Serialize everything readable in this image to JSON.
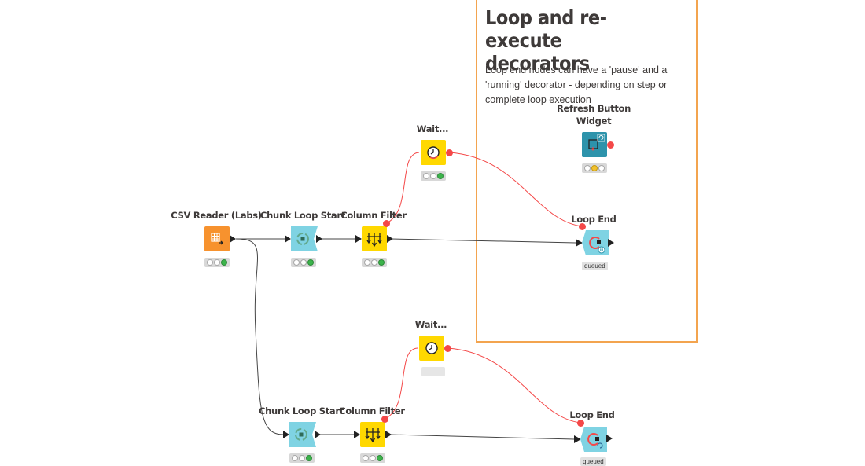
{
  "annotation": {
    "title": "Loop and re-execute decorators",
    "text": "Loop end nodes can have a 'pause' and a 'running' decorator - depending on step or complete loop execution"
  },
  "nodes": {
    "csv_reader": {
      "label": "CSV Reader (Labs)",
      "icon": "table-read-icon",
      "color": "#f7922e"
    },
    "chunk_loop_start_1": {
      "label": "Chunk Loop Start",
      "icon": "loop-start-icon",
      "color": "#7fd3e3"
    },
    "column_filter_1": {
      "label": "Column Filter",
      "icon": "filter-icon",
      "color": "#ffd800"
    },
    "wait_1": {
      "label": "Wait...",
      "icon": "clock-icon",
      "color": "#ffd800"
    },
    "loop_end_1": {
      "label": "Loop End",
      "icon": "loop-end-icon",
      "color": "#7fd3e3",
      "status": "queued",
      "decorator": "pause-decorator-icon"
    },
    "refresh_button_widget": {
      "label": "Refresh Button Widget",
      "icon": "refresh-widget-icon",
      "color": "#2d93ab"
    },
    "chunk_loop_start_2": {
      "label": "Chunk Loop Start",
      "icon": "loop-start-icon",
      "color": "#7fd3e3"
    },
    "column_filter_2": {
      "label": "Column Filter",
      "icon": "filter-icon",
      "color": "#ffd800"
    },
    "wait_2": {
      "label": "Wait...",
      "icon": "clock-icon",
      "color": "#ffd800"
    },
    "loop_end_2": {
      "label": "Loop End",
      "icon": "loop-end-icon",
      "color": "#7fd3e3",
      "status": "queued",
      "decorator": "running-decorator-icon"
    }
  },
  "colors": {
    "flow_variable": "#f44848",
    "annotation_border": "#f3a44f"
  }
}
